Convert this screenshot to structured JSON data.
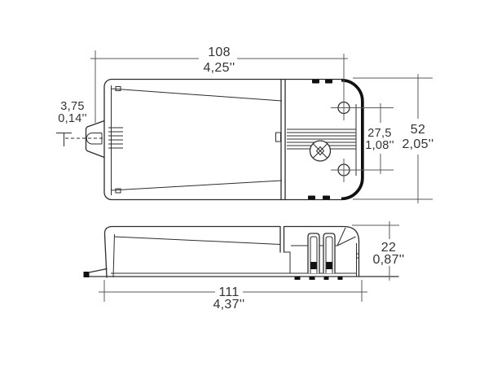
{
  "drawing": {
    "type": "technical-dimension-drawing",
    "views": {
      "top": "top view",
      "side": "side view"
    },
    "dimensions": {
      "length_to_hole": {
        "mm": "108",
        "inch": "4,25''"
      },
      "slot_width": {
        "mm": "3,75",
        "inch": "0,14''"
      },
      "hole_spacing": {
        "mm": "27,5",
        "inch": "1,08''"
      },
      "body_width": {
        "mm": "52",
        "inch": "2,05''"
      },
      "overall_length": {
        "mm": "111",
        "inch": "4,37''"
      },
      "body_height": {
        "mm": "22",
        "inch": "0,87''"
      }
    },
    "colors": {
      "line": "#2d2d2d",
      "dim_line": "#5a5a5a",
      "text": "#333333",
      "background": "#ffffff"
    }
  }
}
